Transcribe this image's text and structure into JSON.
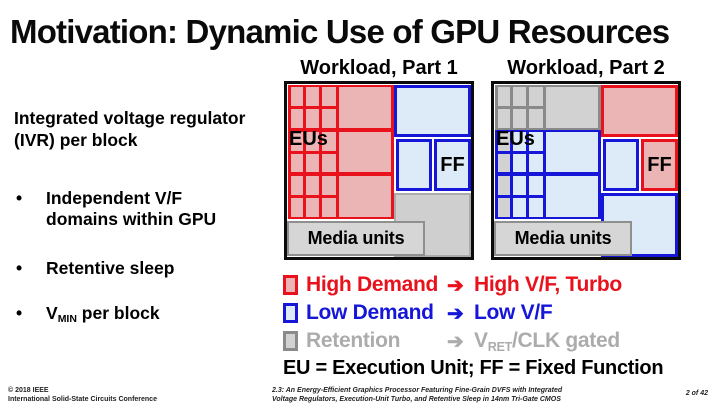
{
  "title": "Motivation: Dynamic Use of GPU Resources",
  "palette": {
    "high_fill": "#EBB5B5",
    "high_line": "#E8111C",
    "low_fill": "#DCEBF7",
    "low_line": "#1616D9",
    "ret_fill": "#D2D2D2",
    "ret_line": "#8A8A8A",
    "ret_text": "#ACACAC",
    "gray_region_fill": "#CFCFCF",
    "gray_region_line": "#ABABAB",
    "media_fill": "#D6D6D6",
    "media_line": "#8F8F8F"
  },
  "left_panel": {
    "heading": "Integrated voltage regulator (IVR) per block",
    "bullet_glyph": "•",
    "bullets": [
      {
        "text": "Independent V/F domains within GPU"
      },
      {
        "text": "Retentive sleep"
      },
      {
        "pre": "V",
        "sub": "MIN",
        "post": " per block"
      }
    ]
  },
  "diagrams": {
    "part1": {
      "title": "Workload, Part 1",
      "eu_label": "EUs",
      "ff_label": "FF",
      "media_label": "Media units",
      "eu_groups": [
        {
          "line": "high",
          "large": "high",
          "small": [
            "high",
            "high",
            "high",
            "high",
            "high",
            "high"
          ]
        },
        {
          "line": "high",
          "large": "high",
          "small": [
            "high",
            "high",
            "high",
            "high",
            "high",
            "high"
          ]
        },
        {
          "line": "high",
          "large": "high",
          "small": [
            "high",
            "high",
            "high",
            "high",
            "high",
            "high"
          ]
        }
      ],
      "blocks": {
        "top_right": "low",
        "mid": "low",
        "ff": "low",
        "bottom_right": "ret-plain"
      }
    },
    "part2": {
      "title": "Workload, Part 2",
      "eu_label": "EUs",
      "ff_label": "FF",
      "media_label": "Media units",
      "eu_groups": [
        {
          "line": "ret",
          "large": "ret",
          "small": [
            "ret",
            "ret",
            "ret",
            "ret",
            "ret",
            "ret"
          ]
        },
        {
          "line": "low",
          "large": "low",
          "small": [
            "ret",
            "low",
            "low",
            "ret",
            "low",
            "low"
          ]
        },
        {
          "line": "low",
          "large": "low",
          "small": [
            "ret",
            "low",
            "low",
            "ret",
            "low",
            "low"
          ]
        }
      ],
      "blocks": {
        "top_right": "high",
        "mid": "low",
        "ff": "high",
        "bottom_right": "low"
      }
    }
  },
  "legend": {
    "arrow_glyph": "➔",
    "rows": [
      {
        "label": "High Demand",
        "result": "High V/F, Turbo",
        "state": "high"
      },
      {
        "label": "Low Demand",
        "result": "Low V/F",
        "state": "low"
      },
      {
        "label": "Retention",
        "result_pre": "V",
        "result_sub": "RET",
        "result_post": "/CLK gated",
        "state": "ret"
      }
    ],
    "note": "EU = Execution Unit; FF = Fixed Function"
  },
  "footer": {
    "copyright_line1": "© 2018 IEEE",
    "copyright_line2": "International Solid-State Circuits Conference",
    "paper_line1": "2.3: An Energy-Efficient Graphics Processor Featuring Fine-Grain DVFS with Integrated",
    "paper_line2": "Voltage Regulators, Execution-Unit Turbo, and Retentive Sleep in 14nm Tri-Gate CMOS",
    "page": "2 of 42"
  }
}
